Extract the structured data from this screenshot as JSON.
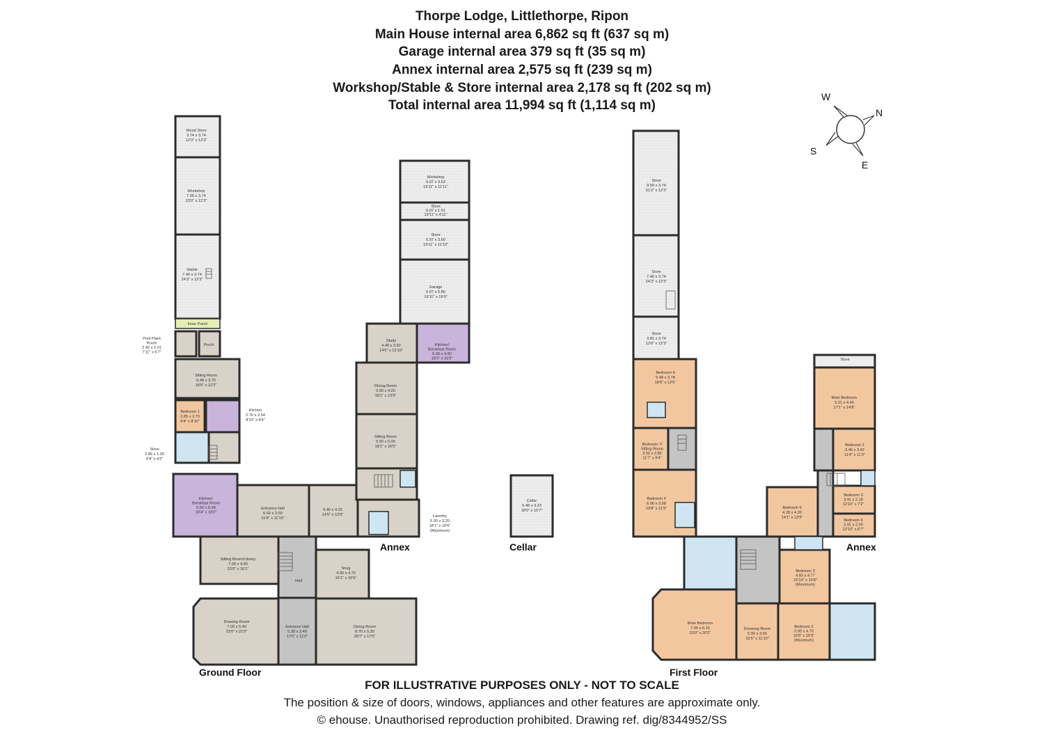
{
  "header": {
    "title": "Thorpe Lodge, Littlethorpe, Ripon",
    "areas": [
      "Main House internal area 6,862 sq ft (637 sq m)",
      "Garage internal area 379 sq ft (35 sq m)",
      "Annex internal area 2,575 sq ft (239 sq m)",
      "Workshop/Stable & Store internal area 2,178 sq ft (202 sq m)",
      "Total internal area 11,994 sq ft (1,114 sq m)"
    ]
  },
  "footer": {
    "disclaimer": "FOR ILLUSTRATIVE PURPOSES ONLY - NOT TO SCALE",
    "note": "The position & size of doors, windows, appliances and other features are approximate only.",
    "copyright": "© ehouse. Unauthorised reproduction prohibited. Drawing ref. dig/8344952/SS"
  },
  "compass": {
    "n": "N",
    "e": "E",
    "s": "S",
    "w": "W"
  },
  "floor_labels": {
    "ground": "Ground Floor",
    "first": "First Floor",
    "annex_ground": "Annex",
    "annex_first": "Annex",
    "cellar": "Cellar"
  },
  "colors": {
    "grey_room": "#d8d2c8",
    "outbuilding": "#ececec",
    "purple": "#c9b4dc",
    "orange": "#f2c7a0",
    "blue": "#cfe6f2",
    "green": "#e5efb5",
    "wall": "#2b2b2b"
  },
  "ground_rooms": {
    "wood_store": [
      "Wood Store",
      "3.74 x 3.74",
      "12'3\" x 12'3\""
    ],
    "workshop_left": [
      "Workshop",
      "7.00 x 3.74",
      "23'0\" x 12'3\""
    ],
    "stable": [
      "Stable",
      "7.40 x 3.74",
      "24'3\" x 12'3\""
    ],
    "inner_porch": [
      "Inner Porch"
    ],
    "pool_plant": [
      "Pool Plant",
      "Room",
      "2.42 x 2.01",
      "7'11\" x 6'7\""
    ],
    "porch": [
      "Porch"
    ],
    "annex_sitting": [
      "Sitting Room",
      "5.48 x 3.70",
      "18'0\" x 12'2\""
    ],
    "annex_bedroom1": [
      "Bedroom 1",
      "2.85 x 2.70",
      "9'4\" x 8'10\""
    ],
    "annex_kitchen": [
      "Kitchen",
      "2.70 x 2.54",
      "8'10\" x 8'4\""
    ],
    "annex_store": [
      "Store",
      "2.85 x 1.26",
      "9'4\" x 4'2\""
    ],
    "kitchen_breakfast_left": [
      "Kitchen/",
      "Breakfast Room",
      "5.60 x 5.48",
      "18'4\" x 18'0\""
    ],
    "entrance_hall_upper": [
      "Entrance Hall",
      "6.60 x 3.60",
      "21'8\" x 11'10\""
    ],
    "room_440": [
      "4.40 x 4.20",
      "14'5\" x 13'9\""
    ],
    "laundry": [
      "Laundry",
      "5.50 x 3.20",
      "18'1\" x 10'6\"",
      "(Maximum)"
    ],
    "sitting_library": [
      "Sitting Room/Library",
      "7.00 x 4.90",
      "23'0\" x 16'1\""
    ],
    "hall": [
      "Hall"
    ],
    "snug": [
      "Snug",
      "4.90 x 4.70",
      "16'1\" x 15'5\""
    ],
    "drawing_room": [
      "Drawing Room",
      "7.00 x 6.40",
      "23'0\" x 21'0\""
    ],
    "entrance_hall_lower": [
      "Entrance Hall",
      "5.30 x 3.40",
      "17'5\" x 11'2\""
    ],
    "dining_room_lower": [
      "Dining Room",
      "8.70 x 5.30",
      "28'7\" x 17'5\""
    ],
    "workshop_right": [
      "Workshop",
      "6.07 x 3.62",
      "19'11\" x 11'11\""
    ],
    "store_small": [
      "Store",
      "6.07 x 1.51",
      "19'11\" x 4'11\""
    ],
    "store_right": [
      "Store",
      "6.07 x 3.60",
      "19'11\" x 11'10\""
    ],
    "garage": [
      "Garage",
      "6.07 x 5.80",
      "19'11\" x 19'0\""
    ],
    "study": [
      "Study",
      "4.40 x 3.92",
      "14'5\" x 12'10\""
    ],
    "kitchen_breakfast_right": [
      "Kitchen/",
      "Breakfast Room",
      "5.00 x 4.80",
      "16'5\" x 15'9\""
    ],
    "dining_room_upper": [
      "Dining Room",
      "5.50 x 4.20",
      "18'1\" x 13'9\""
    ],
    "sitting_room_right": [
      "Sitting Room",
      "5.50 x 5.00",
      "18'1\" x 16'5\""
    ],
    "cellar": [
      "Cellar",
      "5.48 x 3.23",
      "18'0\" x 10'7\""
    ]
  },
  "first_rooms": {
    "store_top": [
      "Store",
      "9.50 x 3.74",
      "31'2\" x 12'3\""
    ],
    "store_mid": [
      "Store",
      "7.40 x 3.74",
      "24'3\" x 12'3\""
    ],
    "store_low": [
      "Store",
      "3.81 x 3.74",
      "12'6\" x 12'3\""
    ],
    "bedroom6": [
      "Bedroom 6",
      "5.48 x 3.78",
      "18'0\" x 12'5\""
    ],
    "bedroom7": [
      "Bedroom 7/",
      "Sitting Room",
      "3.52 x 2.85",
      "11'7\" x 9'4\""
    ],
    "bedroom4_left": [
      "Bedroom 4",
      "6.00 x 3.58",
      "19'8\" x 11'9\""
    ],
    "annex_store": [
      "Store"
    ],
    "annex_main_bedroom": [
      "Main Bedroom",
      "5.21 x 4.46",
      "17'1\" x 14'8\""
    ],
    "annex_bedroom2": [
      "Bedroom 2",
      "3.45 x 3.42",
      "11'4\" x 11'3\""
    ],
    "annex_bedroom5": [
      "Bedroom 5",
      "4.28 x 4.20",
      "14'1\" x 13'9\""
    ],
    "annex_bedroom3": [
      "Bedroom 3",
      "3.91 x 2.18",
      "12'10\" x 7'2\""
    ],
    "annex_bedroom4": [
      "Bedroom 4",
      "3.91 x 2.00",
      "12'10\" x 6'7\""
    ],
    "bedroom3_main": [
      "Bedroom 3",
      "4.83 x 4.77",
      "15'10\" x 15'8\"",
      "(Maximum)"
    ],
    "main_bedroom": [
      "Main Bedroom",
      "7.00 x 6.15",
      "23'0\" x 20'2\""
    ],
    "dressing_room": [
      "Dressing Room",
      "5.00 x 3.60",
      "16'5\" x 11'10\""
    ],
    "bedroom2_main": [
      "Bedroom 2",
      "5.00 x 4.70",
      "16'5\" x 15'5\"",
      "(Maximum)"
    ]
  }
}
